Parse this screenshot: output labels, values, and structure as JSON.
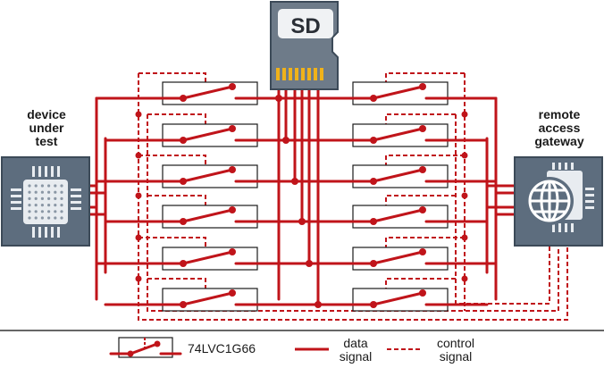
{
  "sd_card": {
    "label": "SD"
  },
  "left_block": {
    "label": [
      "device",
      "under",
      "test"
    ]
  },
  "right_block": {
    "label": [
      "remote",
      "access",
      "gateway"
    ]
  },
  "legend": {
    "switch": "74LVC1G66",
    "data_line1": "data",
    "data_line2": "signal",
    "control_line1": "control",
    "control_line2": "signal"
  },
  "colors": {
    "signal": "#c0141a",
    "chip": "#5d6d7e",
    "chip_border": "#3c4a58",
    "chip_face": "#e8ecf0",
    "sd_body": "#6e7b89",
    "sd_pins": "#f0b21a"
  }
}
